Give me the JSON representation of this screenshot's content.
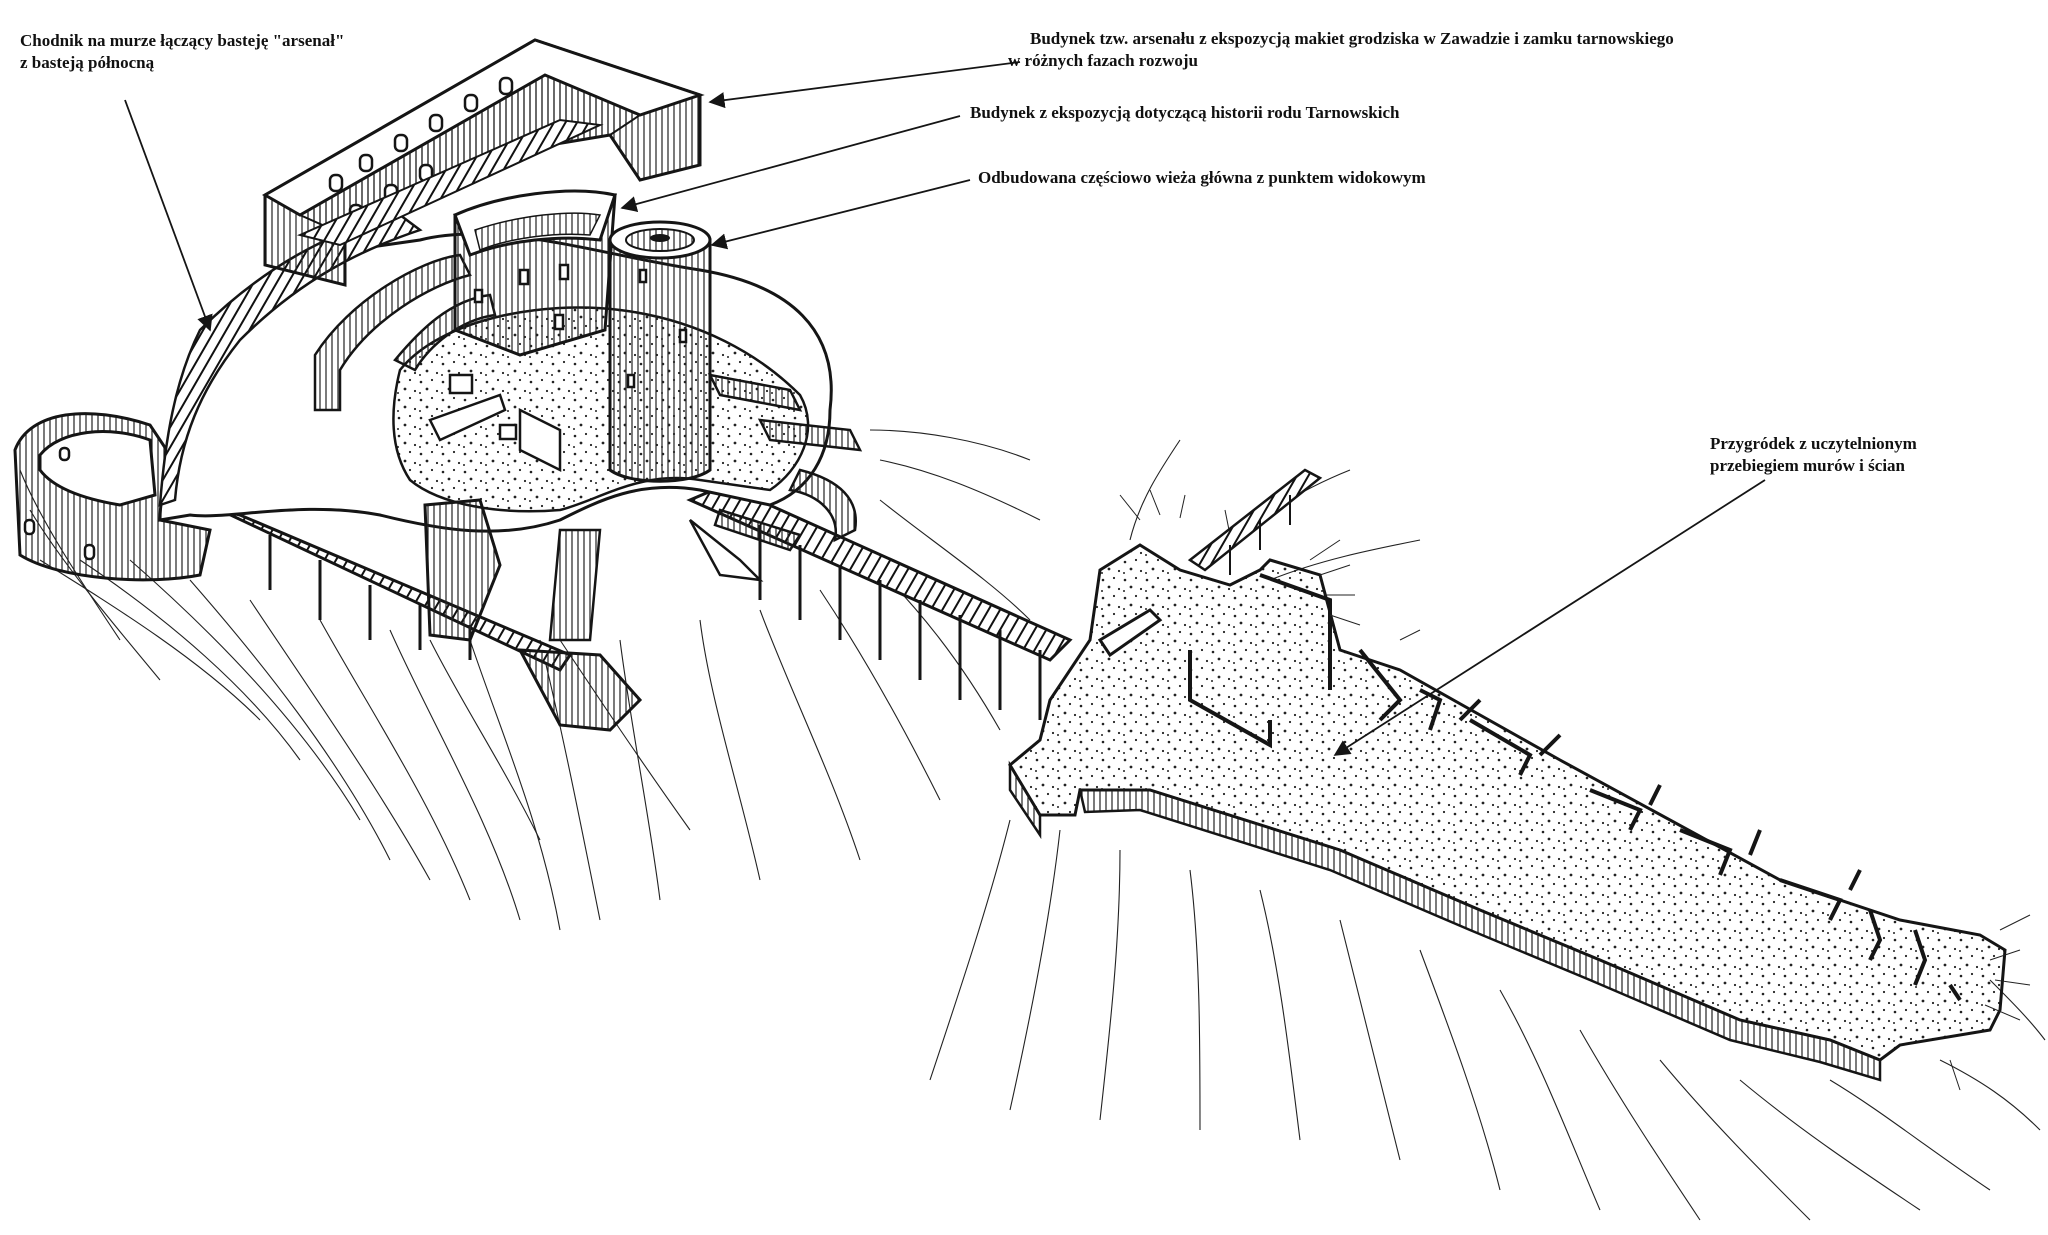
{
  "colors": {
    "ink": "#151515",
    "paper": "#ffffff",
    "wall_fill": "#f7f7f7",
    "stone_dot": "#222222"
  },
  "annotations": {
    "chodnik": {
      "line1": "Chodnik na murze łączący basteję \"arsenał\"",
      "line2": "z basteją północną"
    },
    "arsenal": {
      "line1": "Budynek tzw. arsenału z ekspozycją makiet grodziska w Zawadzie i zamku tarnowskiego",
      "line2": "w różnych fazach rozwoju"
    },
    "tarnowscy": {
      "line1": "Budynek z ekspozycją dotyczącą historii rodu Tarnowskich"
    },
    "wieza": {
      "line1": "Odbudowana częściowo wieża główna z punktem widokowym"
    },
    "przygrodek": {
      "line1": "Przygródek z uczytelnionym",
      "line2": "przebiegiem murów i ścian"
    }
  }
}
